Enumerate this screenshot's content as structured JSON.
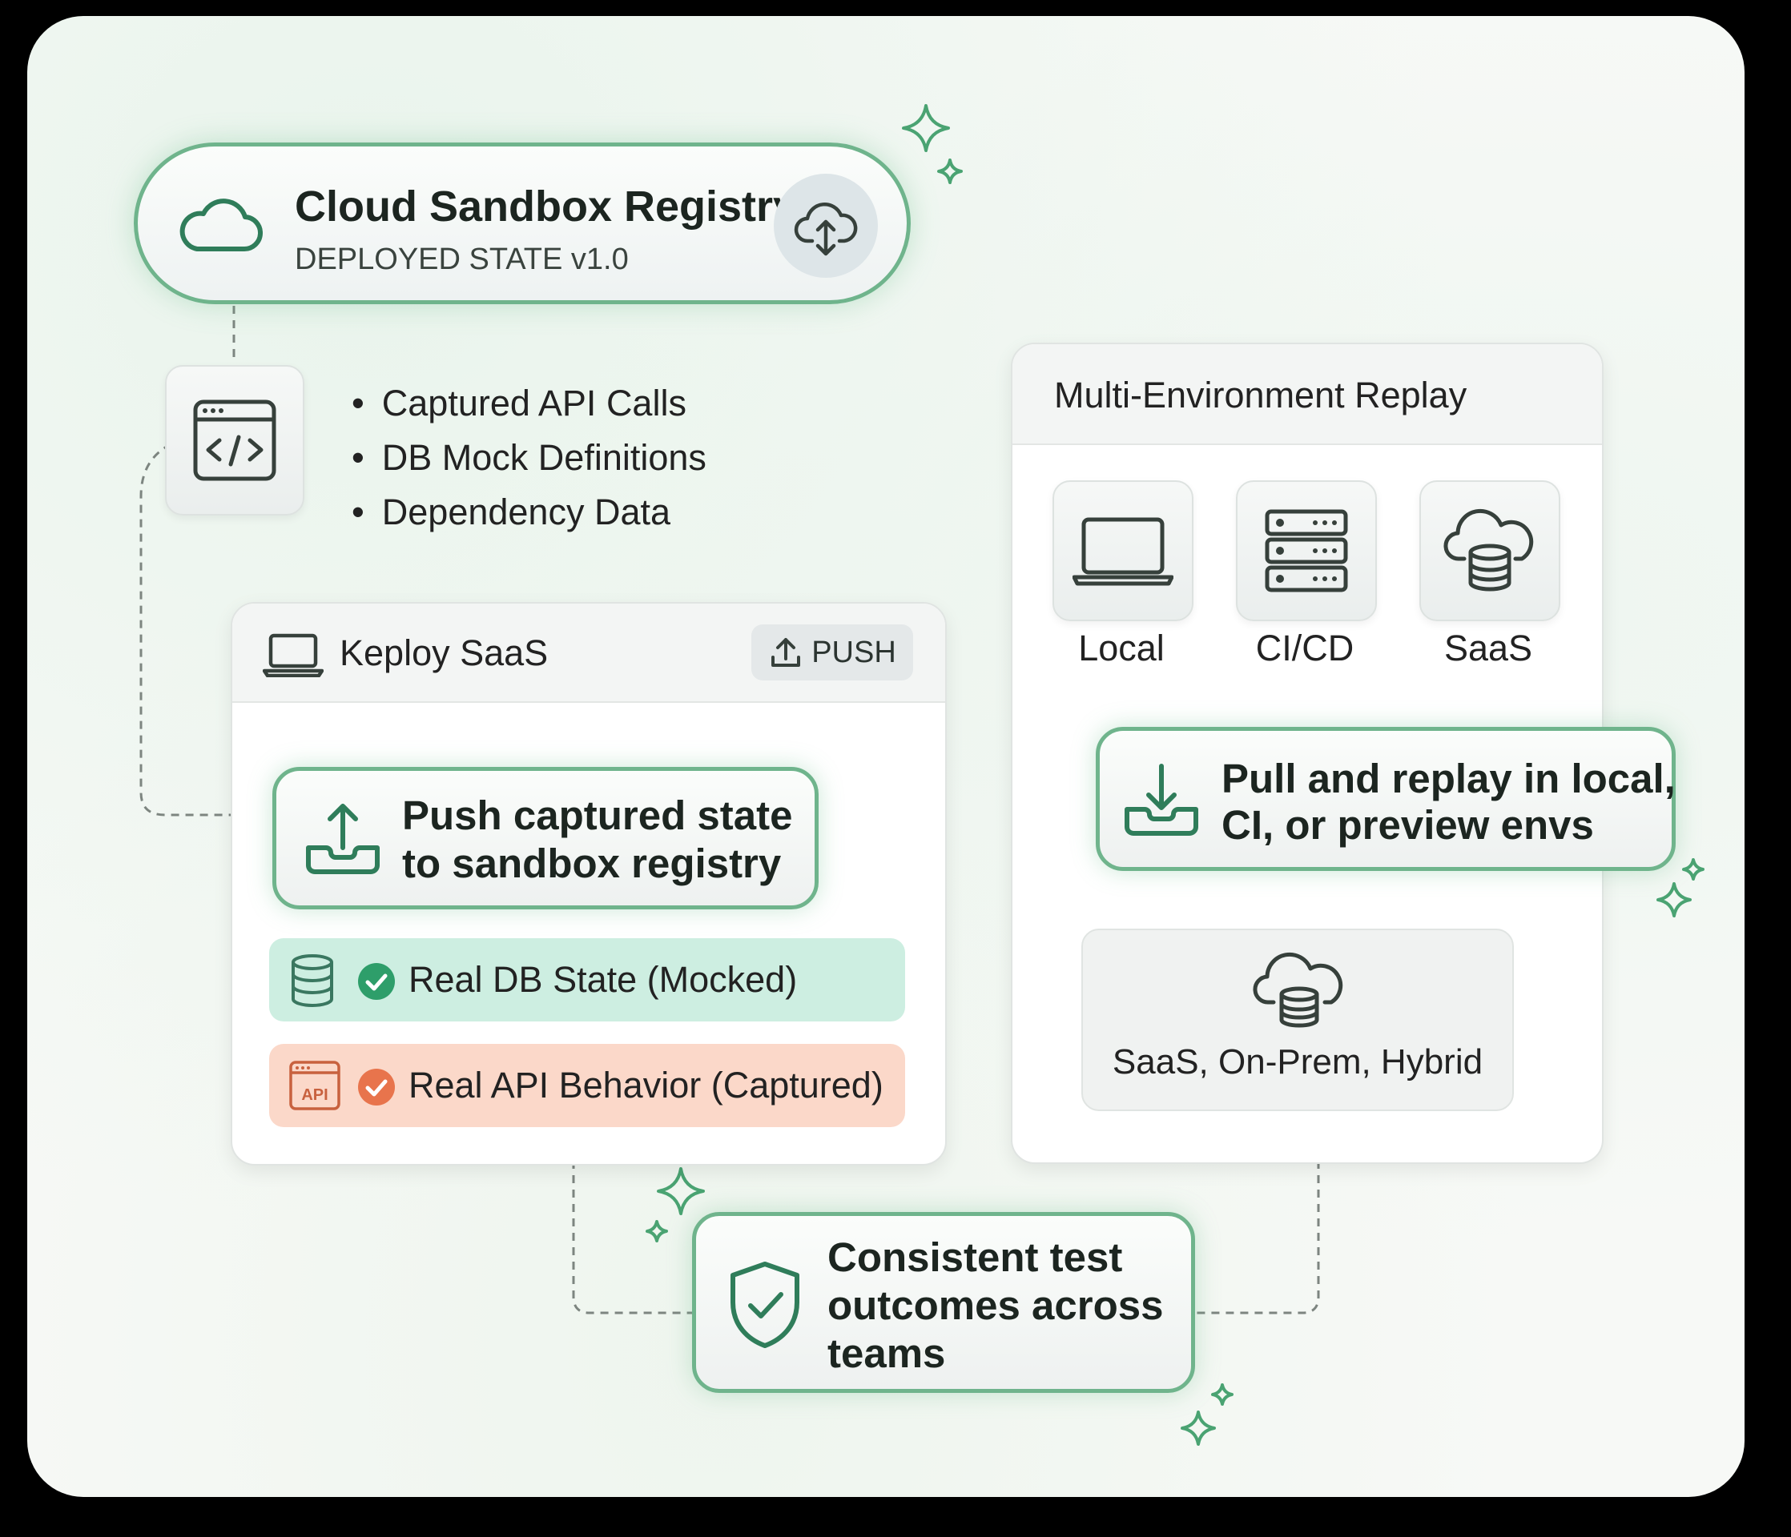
{
  "registry": {
    "title": "Cloud Sandbox Registry",
    "subtitle": "DEPLOYED STATE v1.0",
    "cloud_icon": "cloud-icon",
    "upload_icon": "cloud-upload-download-icon"
  },
  "captured": {
    "icon": "code-window-icon",
    "items": [
      "Captured API Calls",
      "DB Mock Definitions",
      "Dependency Data"
    ]
  },
  "saas_panel": {
    "title": "Keploy SaaS",
    "push_label": "PUSH",
    "callout": [
      "Push captured state",
      "to sandbox registry"
    ],
    "db_row": "Real DB State (Mocked)",
    "api_row": "Real API Behavior (Captured)",
    "api_badge": "API",
    "colors": {
      "db_row": "#cdeee1",
      "api_row": "#fbd8c9",
      "check_green": "#2e9e6a",
      "check_orange": "#e8744c"
    }
  },
  "replay_panel": {
    "title": "Multi-Environment Replay",
    "envs": [
      {
        "label": "Local",
        "icon": "laptop-icon"
      },
      {
        "label": "CI/CD",
        "icon": "server-icon"
      },
      {
        "label": "SaaS",
        "icon": "cloud-database-icon"
      }
    ],
    "callout": [
      "Pull and replay in local,",
      "CI, or preview envs"
    ],
    "hosting": "SaaS, On-Prem, Hybrid"
  },
  "outcome": {
    "lines": [
      "Consistent test",
      "outcomes across",
      "teams"
    ],
    "icon": "shield-check-icon"
  },
  "accent_color": "#6fb48c"
}
